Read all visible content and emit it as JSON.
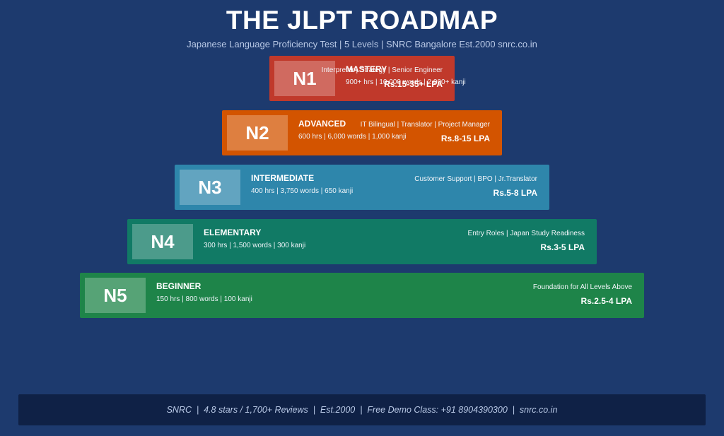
{
  "header": {
    "title": "THE JLPT ROADMAP",
    "subtitle": "Japanese Language Proficiency Test | 5 Levels | SNRC Bangalore  Est.2000  snrc.co.in"
  },
  "levels": [
    {
      "code": "N1",
      "name": "MASTERY",
      "stats": "900+ hrs | 10,000 words | 2,000+ kanji",
      "roles": "Interpreter | Strategy | Senior Engineer",
      "salary": "Rs.15-35+ LPA",
      "color": "#c0392b"
    },
    {
      "code": "N2",
      "name": "ADVANCED",
      "stats": "600 hrs | 6,000 words | 1,000 kanji",
      "roles": "IT Bilingual | Translator | Project Manager",
      "salary": "Rs.8-15 LPA",
      "color": "#d35400"
    },
    {
      "code": "N3",
      "name": "INTERMEDIATE",
      "stats": "400 hrs | 3,750 words | 650 kanji",
      "roles": "Customer Support | BPO | Jr.Translator",
      "salary": "Rs.5-8 LPA",
      "color": "#2e86ab"
    },
    {
      "code": "N4",
      "name": "ELEMENTARY",
      "stats": "300 hrs | 1,500 words | 300 kanji",
      "roles": "Entry Roles | Japan Study Readiness",
      "salary": "Rs.3-5 LPA",
      "color": "#117a65"
    },
    {
      "code": "N5",
      "name": "BEGINNER",
      "stats": "150 hrs | 800 words | 100 kanji",
      "roles": "Foundation for All Levels Above",
      "salary": "Rs.2.5-4 LPA",
      "color": "#1e8449"
    }
  ],
  "footer": {
    "text": "SNRC  |  4.8 stars / 1,700+ Reviews  |  Est.2000  |  Free Demo Class: +91 8904390300  |  snrc.co.in"
  },
  "colors": {
    "background": "#1d3a6e",
    "footer_bg": "#0f2146"
  }
}
